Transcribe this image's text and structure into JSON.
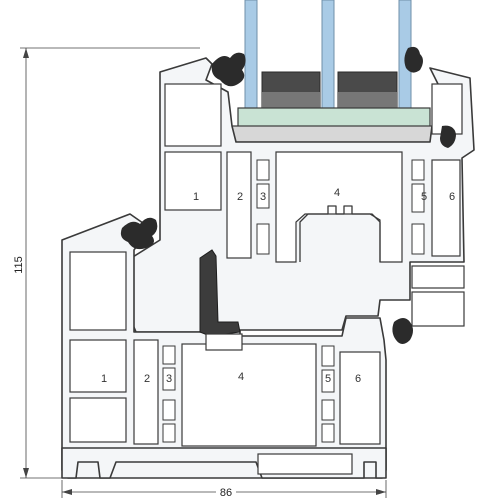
{
  "labels": {
    "sash": [
      "1",
      "2",
      "3",
      "4",
      "5",
      "6"
    ],
    "frame": [
      "1",
      "2",
      "3",
      "4",
      "5",
      "6"
    ]
  },
  "dimensions": {
    "height": "115",
    "width": "86"
  },
  "colors": {
    "profile_stroke": "#3a3a3a",
    "profile_fill": "#f4f6f8",
    "glass": "#a9cbe6",
    "gasket": "#2b2b2b",
    "glazing_block": "#c9e3d4",
    "reinforcement": "#3c3c3c"
  }
}
